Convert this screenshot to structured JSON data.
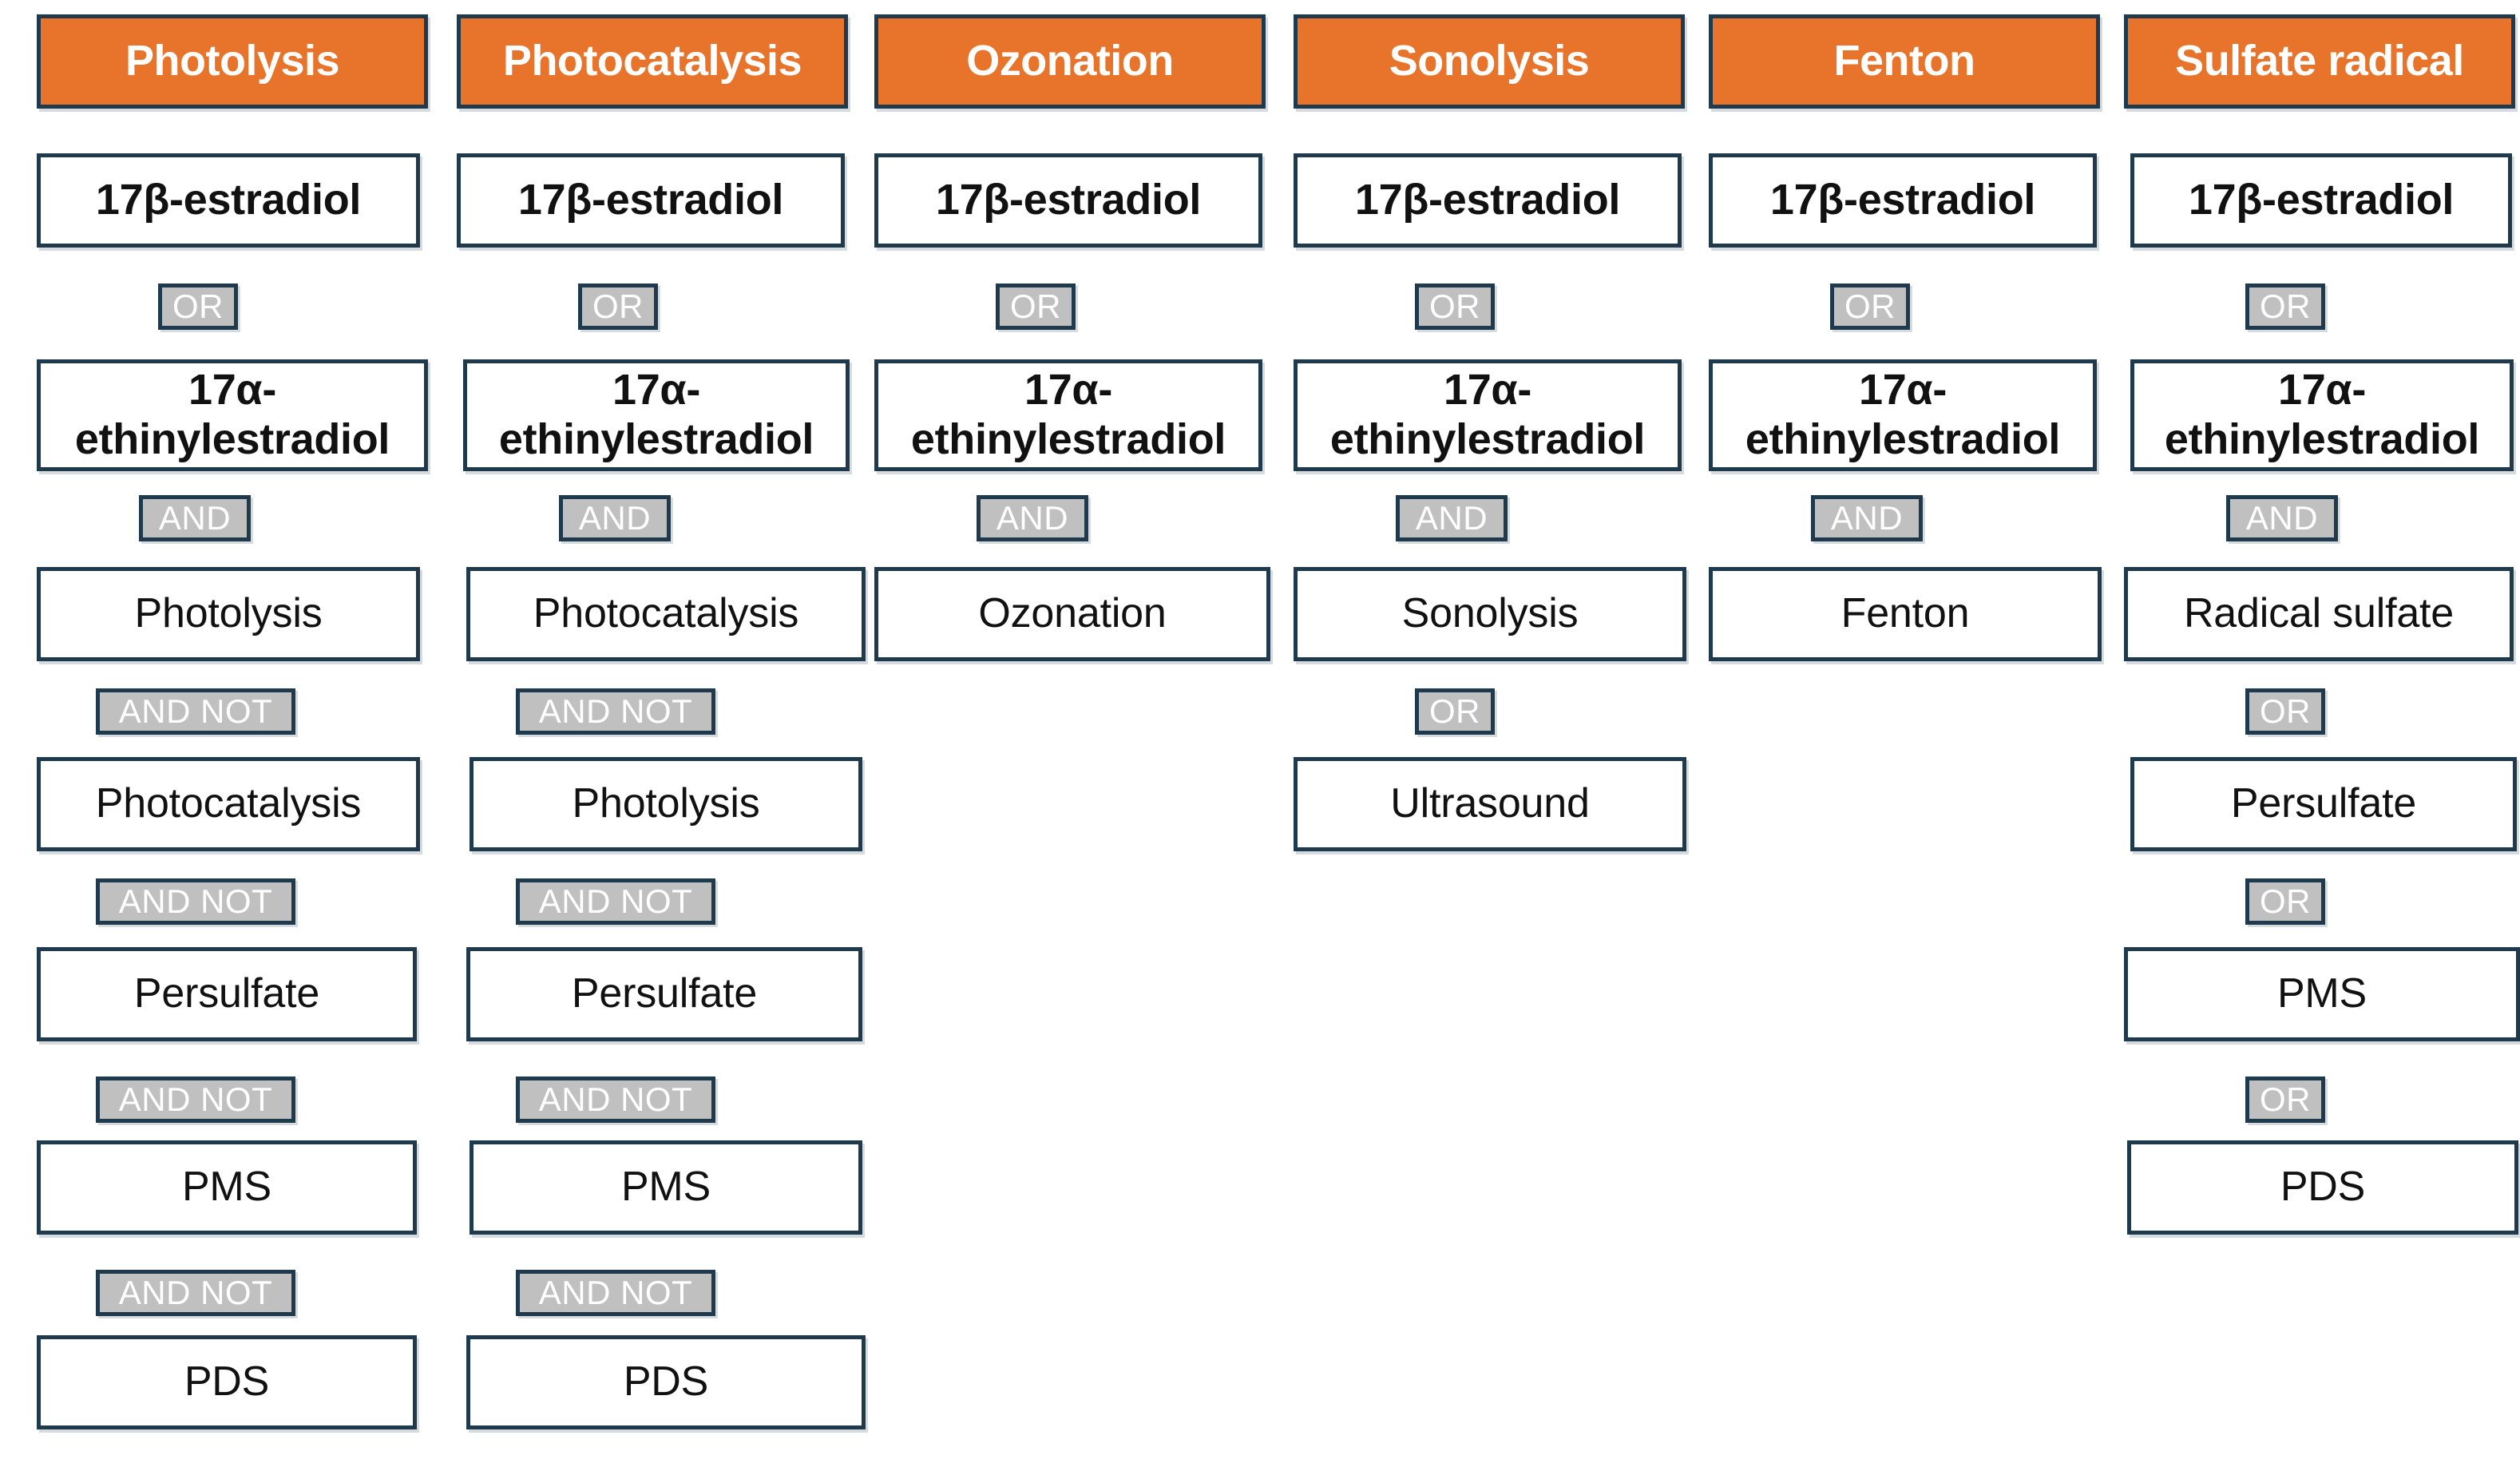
{
  "figure": {
    "kind": "search-query-logic-diagram",
    "colors": {
      "header_fill": "#e8742c",
      "border": "#1f3a4d",
      "operator_fill": "#c0c0c0",
      "operator_text": "#ffffff",
      "node_fill": "#ffffff",
      "node_text": "#111111"
    }
  },
  "operators": {
    "or": "OR",
    "and": "AND",
    "and_not": "AND NOT"
  },
  "columns": [
    {
      "id": "photolysis",
      "header": "Photolysis",
      "nodes": [
        {
          "label": "17β-estradiol",
          "style": "strong"
        },
        {
          "op": "OR"
        },
        {
          "label": "17α-\nethinylestradiol",
          "style": "strong"
        },
        {
          "op": "AND"
        },
        {
          "label": "Photolysis",
          "style": "plain"
        },
        {
          "op": "AND NOT"
        },
        {
          "label": "Photocatalysis",
          "style": "plain"
        },
        {
          "op": "AND NOT"
        },
        {
          "label": "Persulfate",
          "style": "plain"
        },
        {
          "op": "AND NOT"
        },
        {
          "label": "PMS",
          "style": "plain"
        },
        {
          "op": "AND NOT"
        },
        {
          "label": "PDS",
          "style": "plain"
        }
      ]
    },
    {
      "id": "photocatalysis",
      "header": "Photocatalysis",
      "nodes": [
        {
          "label": "17β-estradiol",
          "style": "strong"
        },
        {
          "op": "OR"
        },
        {
          "label": "17α-\nethinylestradiol",
          "style": "strong"
        },
        {
          "op": "AND"
        },
        {
          "label": "Photocatalysis",
          "style": "plain"
        },
        {
          "op": "AND NOT"
        },
        {
          "label": "Photolysis",
          "style": "plain"
        },
        {
          "op": "AND NOT"
        },
        {
          "label": "Persulfate",
          "style": "plain"
        },
        {
          "op": "AND NOT"
        },
        {
          "label": "PMS",
          "style": "plain"
        },
        {
          "op": "AND NOT"
        },
        {
          "label": "PDS",
          "style": "plain"
        }
      ]
    },
    {
      "id": "ozonation",
      "header": "Ozonation",
      "nodes": [
        {
          "label": "17β-estradiol",
          "style": "strong"
        },
        {
          "op": "OR"
        },
        {
          "label": "17α-\nethinylestradiol",
          "style": "strong"
        },
        {
          "op": "AND"
        },
        {
          "label": "Ozonation",
          "style": "plain"
        }
      ]
    },
    {
      "id": "sonolysis",
      "header": "Sonolysis",
      "nodes": [
        {
          "label": "17β-estradiol",
          "style": "strong"
        },
        {
          "op": "OR"
        },
        {
          "label": "17α-\nethinylestradiol",
          "style": "strong"
        },
        {
          "op": "AND"
        },
        {
          "label": "Sonolysis",
          "style": "plain"
        },
        {
          "op": "OR"
        },
        {
          "label": "Ultrasound",
          "style": "plain"
        }
      ]
    },
    {
      "id": "fenton",
      "header": "Fenton",
      "nodes": [
        {
          "label": "17β-estradiol",
          "style": "strong"
        },
        {
          "op": "OR"
        },
        {
          "label": "17α-\nethinylestradiol",
          "style": "strong"
        },
        {
          "op": "AND"
        },
        {
          "label": "Fenton",
          "style": "plain"
        }
      ]
    },
    {
      "id": "sulfate-radical",
      "header": "Sulfate radical",
      "nodes": [
        {
          "label": "17β-estradiol",
          "style": "strong"
        },
        {
          "op": "OR"
        },
        {
          "label": "17α-\nethinylestradiol",
          "style": "strong"
        },
        {
          "op": "AND"
        },
        {
          "label": "Radical sulfate",
          "style": "plain"
        },
        {
          "op": "OR"
        },
        {
          "label": "Persulfate",
          "style": "plain"
        },
        {
          "op": "OR"
        },
        {
          "label": "PMS",
          "style": "plain"
        },
        {
          "op": "OR"
        },
        {
          "label": "PDS",
          "style": "plain"
        }
      ]
    }
  ]
}
